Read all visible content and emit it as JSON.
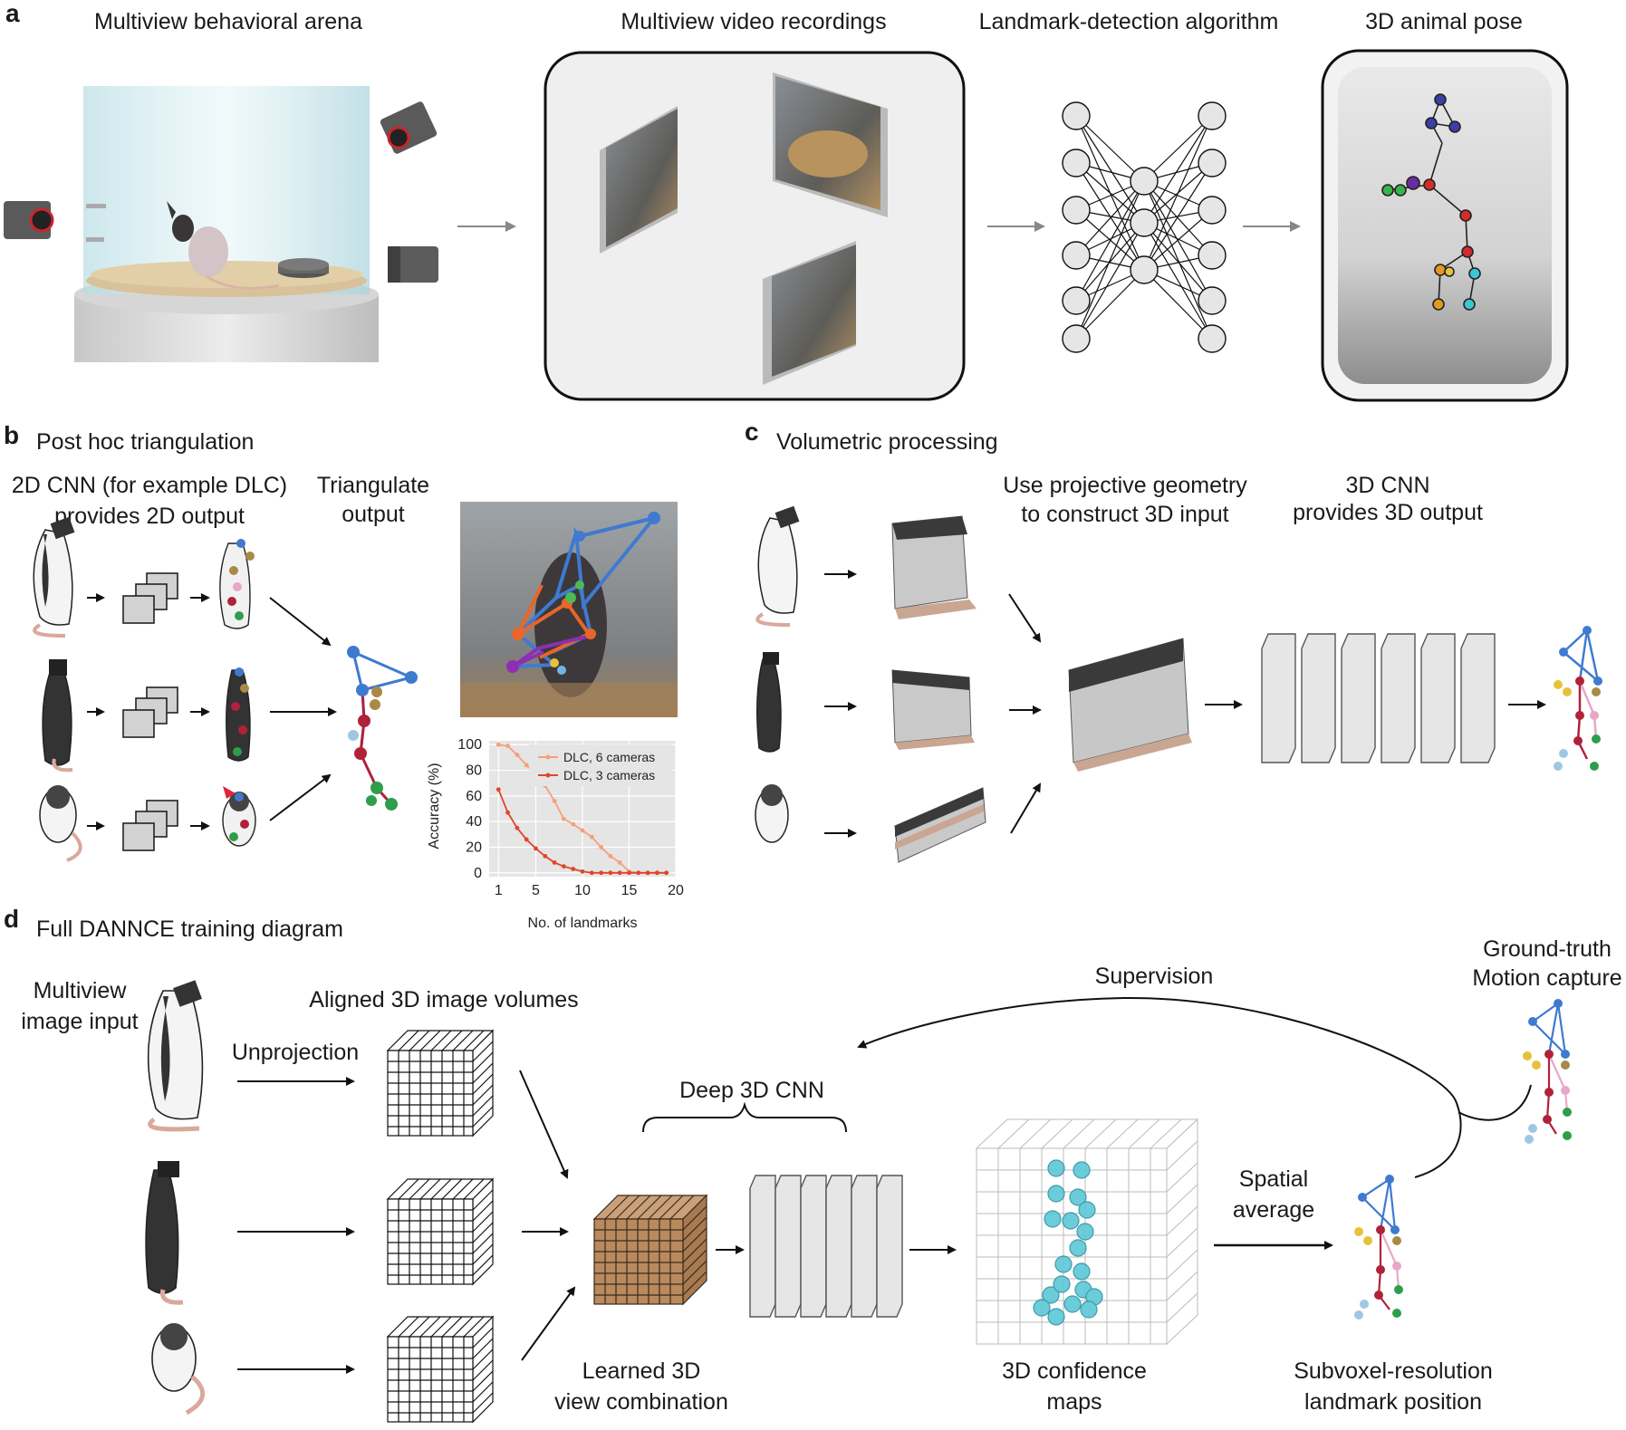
{
  "panels": {
    "a": {
      "letter": "a",
      "titles": [
        "Multiview behavioral arena",
        "Multiview video recordings",
        "Landmark-detection algorithm",
        "3D animal pose"
      ]
    },
    "b": {
      "letter": "b",
      "title": "Post hoc triangulation",
      "cnn_line1": "2D CNN (for example DLC)",
      "cnn_line2": "provides 2D output",
      "tri_line1": "Triangulate",
      "tri_line2": "output"
    },
    "c": {
      "letter": "c",
      "title": "Volumetric processing",
      "proj_line1": "Use projective geometry",
      "proj_line2": "to construct 3D input",
      "cnn_line1": "3D CNN",
      "cnn_line2": "provides 3D output"
    },
    "d": {
      "letter": "d",
      "title": "Full DANNCE training diagram",
      "input_line1": "Multiview",
      "input_line2": "image input",
      "volumes": "Aligned 3D image volumes",
      "unprojection": "Unprojection",
      "supervision": "Supervision",
      "gt_line1": "Ground-truth",
      "gt_line2": "Motion capture",
      "deep": "Deep 3D CNN",
      "learned_line1": "Learned 3D",
      "learned_line2": "view combination",
      "conf_line1": "3D confidence",
      "conf_line2": "maps",
      "spatial_line1": "Spatial",
      "spatial_line2": "average",
      "subvox_line1": "Subvoxel-resolution",
      "subvox_line2": "landmark position"
    }
  },
  "chart_data": {
    "type": "line",
    "xlabel": "No. of landmarks",
    "ylabel": "Accuracy (%)",
    "xlim": [
      0,
      20
    ],
    "ylim": [
      -3,
      103
    ],
    "xticks": [
      1,
      5,
      10,
      15,
      20
    ],
    "yticks": [
      0,
      20,
      40,
      60,
      80,
      100
    ],
    "grid": true,
    "legend_position": "top-right",
    "series": [
      {
        "name": "DLC, 6 cameras",
        "color": "#f4a07a",
        "x": [
          1,
          2,
          3,
          4,
          5,
          6,
          7,
          8,
          9,
          10,
          11,
          12,
          13,
          14,
          15,
          16,
          17,
          18,
          19
        ],
        "y": [
          100,
          99,
          92,
          84,
          77,
          68,
          56,
          42,
          38,
          33,
          28,
          20,
          13,
          8,
          1,
          0,
          0,
          0,
          0
        ]
      },
      {
        "name": "DLC, 3 cameras",
        "color": "#e0452b",
        "x": [
          1,
          2,
          3,
          4,
          5,
          6,
          7,
          8,
          9,
          10,
          11,
          12,
          13,
          14,
          15,
          16,
          17,
          18,
          19
        ],
        "y": [
          65,
          47,
          35,
          26,
          19,
          13,
          8,
          5,
          3,
          1,
          0,
          0,
          0,
          0,
          0,
          0,
          0,
          0,
          0
        ]
      }
    ]
  }
}
